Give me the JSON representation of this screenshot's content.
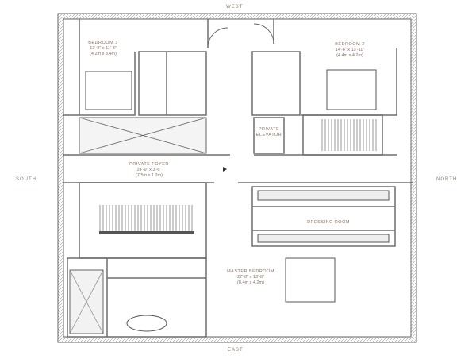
{
  "compass": {
    "west": "WEST",
    "east": "EAST",
    "south": "SOUTH",
    "north": "NORTH"
  },
  "rooms": {
    "bedroom3": {
      "name": "BEDROOM 3",
      "ft": "13'-9\" x 11'-3\"",
      "m": "(4.2m x 3.4m)"
    },
    "bedroom2": {
      "name": "BEDROOM 2",
      "ft": "14'-6\" x 13'-11\"",
      "m": "(4.4m x 4.2m)"
    },
    "elevator": {
      "name1": "PRIVATE",
      "name2": "ELEVATOR"
    },
    "foyer": {
      "name": "PRIVATE FOYER",
      "ft": "24'-9\" x 3'-6\"",
      "m": "(7.5m x 1.2m)"
    },
    "dressing": {
      "name": "DRESSING ROOM"
    },
    "master": {
      "name": "MASTER BEDROOM",
      "ft": "27'-8\" x 13'-8\"",
      "m": "(8.4m x 4.2m)"
    }
  },
  "colors": {
    "wall": "#6e6e6e",
    "fill": "#e9e9e9",
    "text": "#8a6f63"
  }
}
